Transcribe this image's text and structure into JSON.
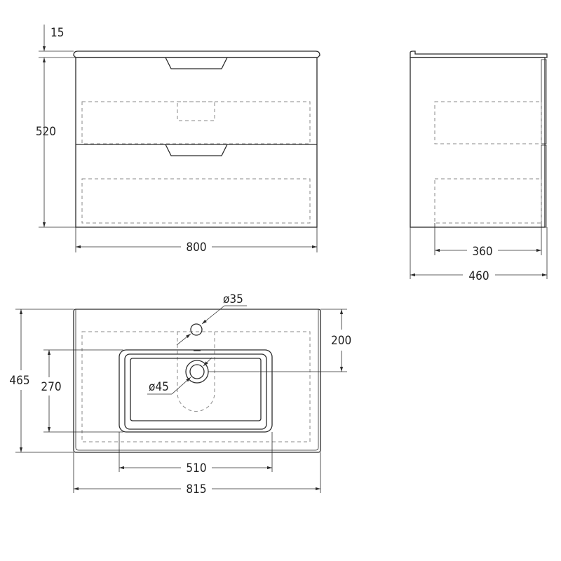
{
  "title": "Vanity unit dimension drawing",
  "colors": {
    "line": "#2b2b2b",
    "hidden": "#8a8a8a"
  },
  "front_view": {
    "top_thickness": "15",
    "height": "520",
    "width": "800"
  },
  "side_view": {
    "inner_depth": "360",
    "depth": "460"
  },
  "top_view": {
    "tap_hole": "ø35",
    "drain": "ø45",
    "drain_offset": "200",
    "depth": "465",
    "basin_depth": "270",
    "basin_width": "510",
    "width": "815"
  }
}
